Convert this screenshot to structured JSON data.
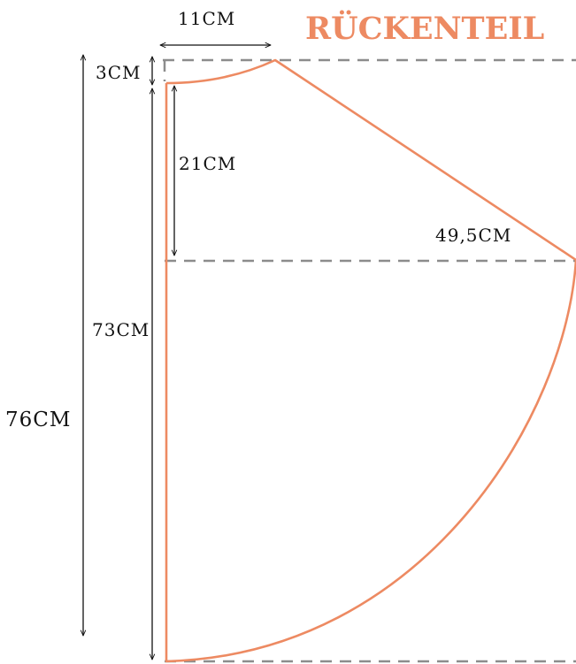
{
  "title": "RÜCKENTEIL",
  "measurements": {
    "neck_width": "11CM",
    "neck_depth": "3CM",
    "armhole_depth": "21CM",
    "shoulder_length": "49,5CM",
    "side_length": "73CM",
    "total_length": "76CM"
  },
  "colors": {
    "pattern_line": "#ED8A62",
    "title": "#ED8A62",
    "guide_line": "#8C8C8C",
    "dimension_line": "#111111"
  }
}
